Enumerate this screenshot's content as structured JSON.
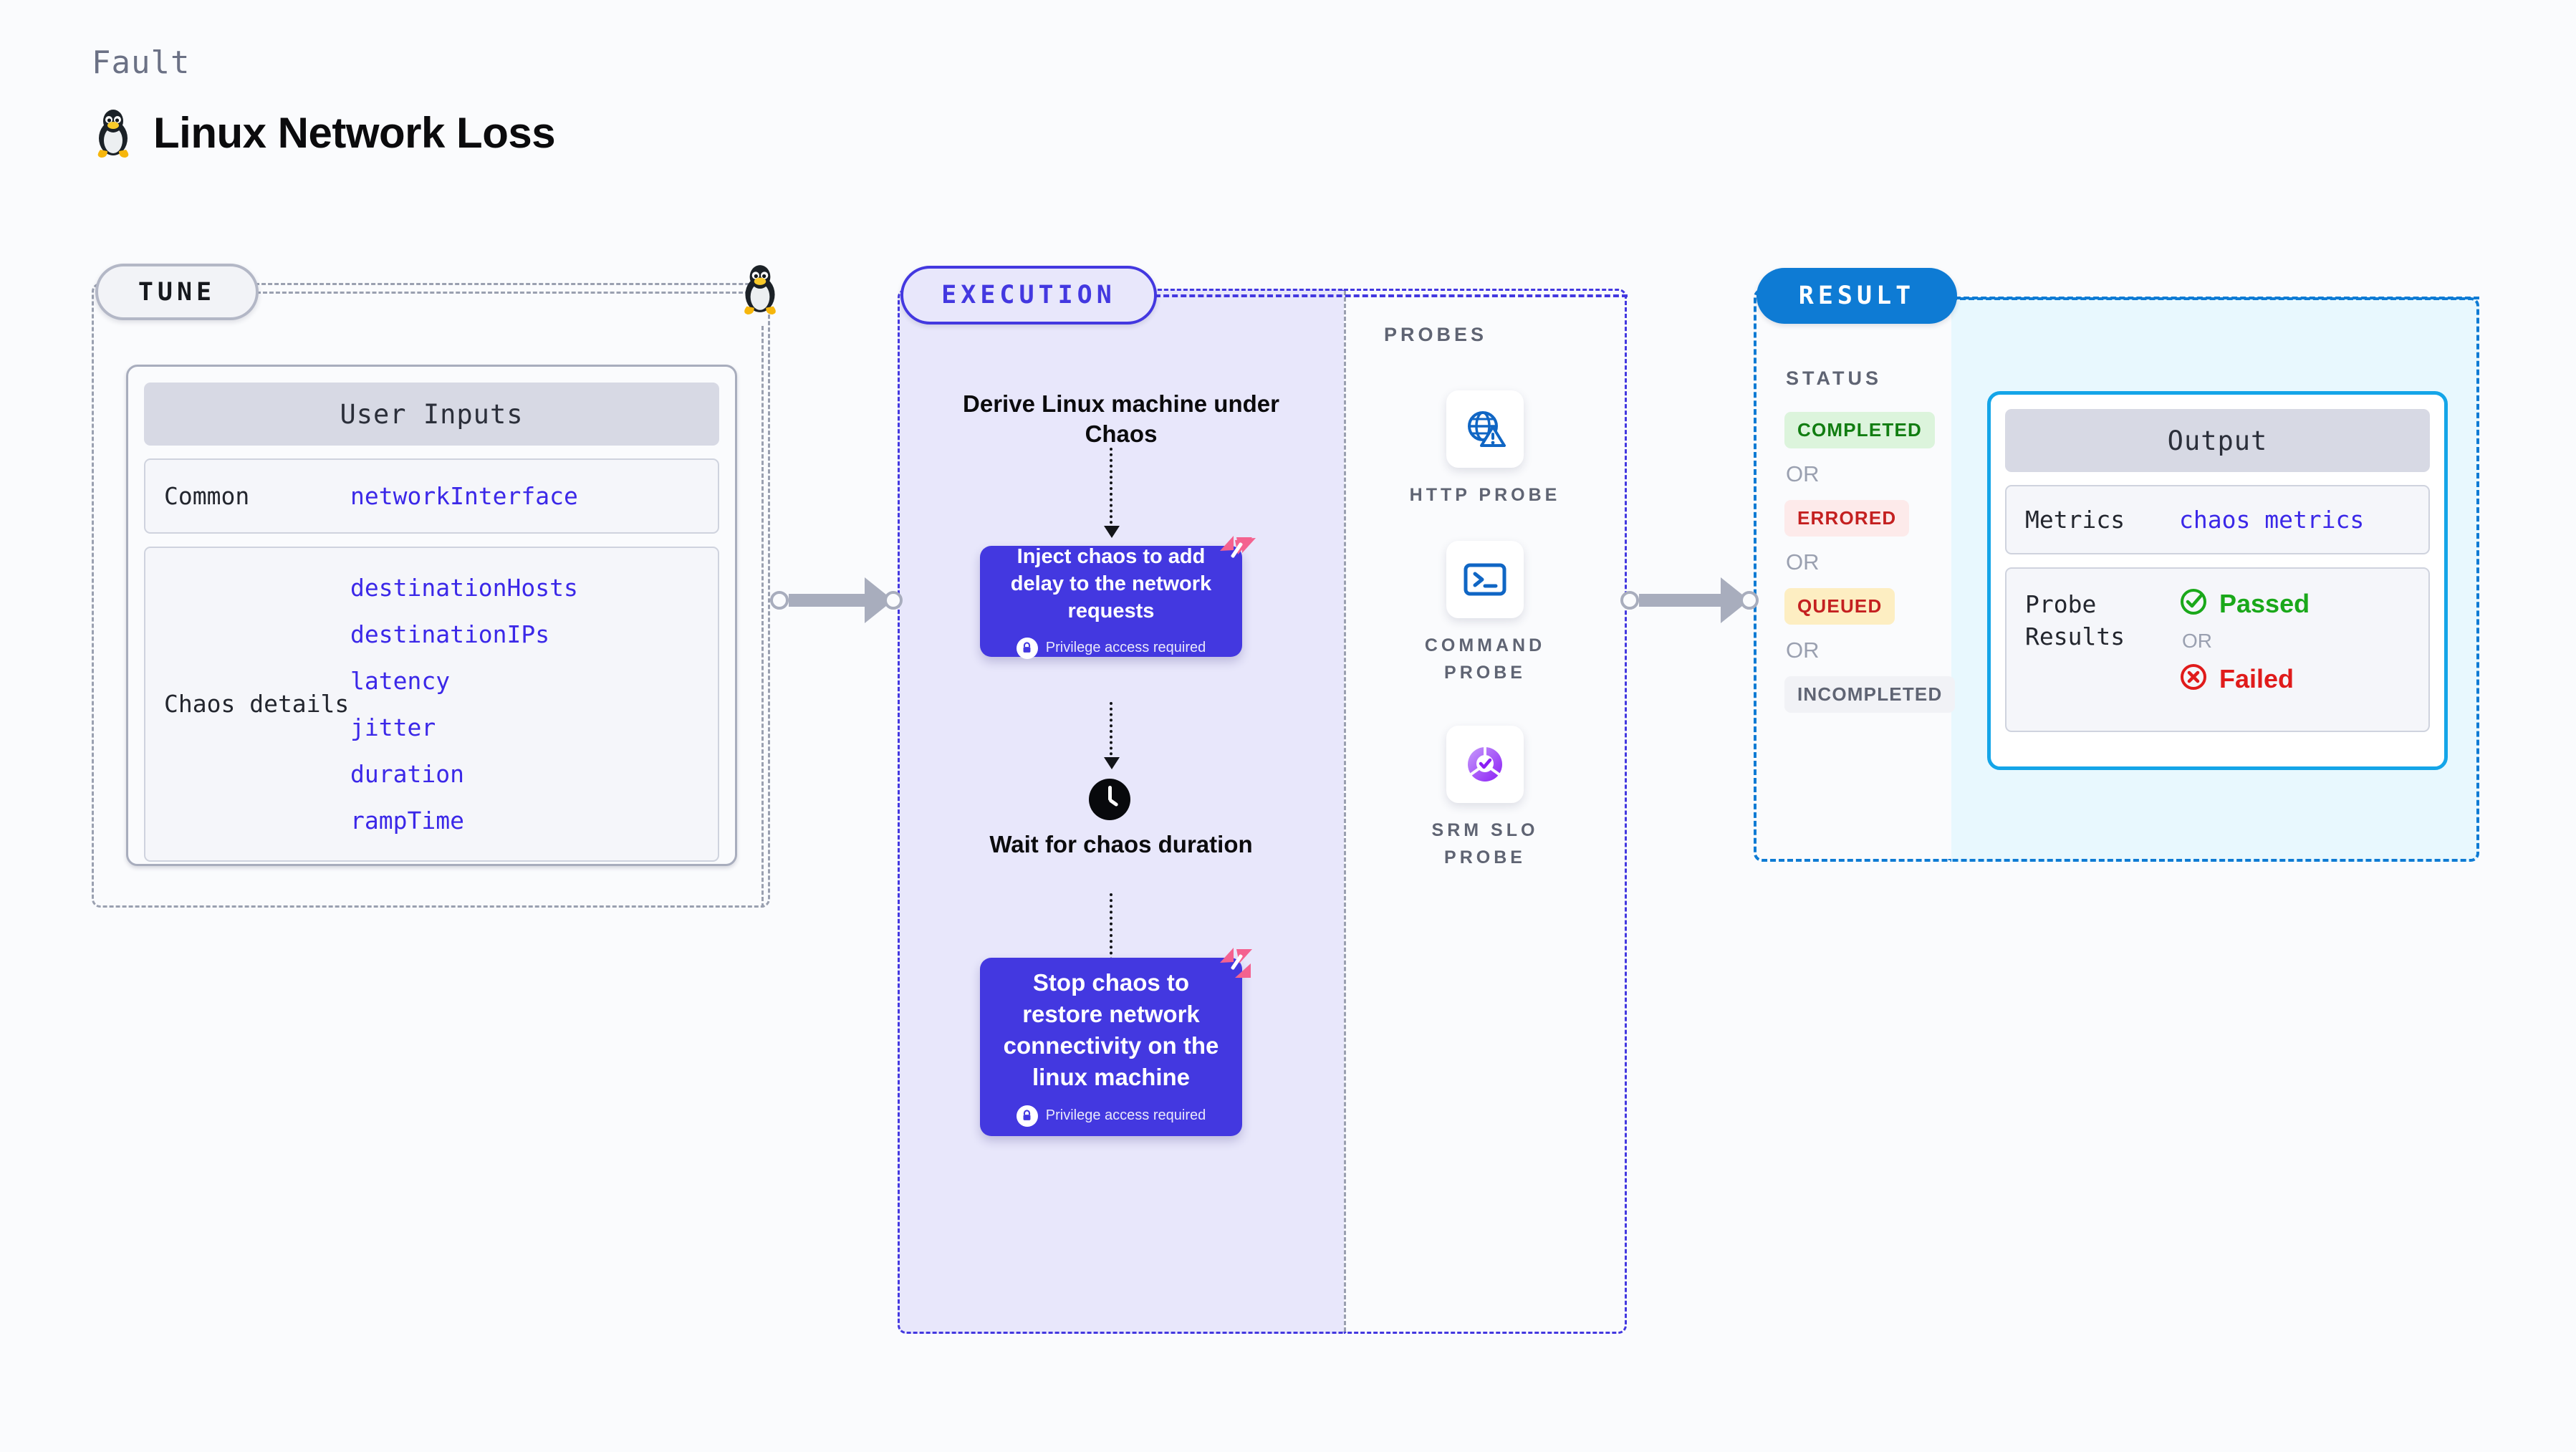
{
  "header": {
    "eyebrow": "Fault",
    "title": "Linux Network Loss",
    "icon": "linux-penguin-icon"
  },
  "colors": {
    "execution_purple": "#4338e0",
    "execution_bg": "#e8e7fb",
    "result_blue": "#0e7bd4",
    "output_border": "#14a5e8",
    "output_bg": "#e8f8fe",
    "param_value": "#3b28e8",
    "passed_green": "#1aa81a",
    "failed_red": "#e01b1b",
    "harness_pink": "#f4628f"
  },
  "tune": {
    "pill_label": "TUNE",
    "card_header": "User Inputs",
    "rows": [
      {
        "key": "Common",
        "values": [
          "networkInterface"
        ]
      },
      {
        "key": "Chaos details",
        "values": [
          "destinationHosts",
          "destinationIPs",
          "latency",
          "jitter",
          "duration",
          "rampTime"
        ]
      }
    ]
  },
  "execution": {
    "pill_label": "EXECUTION",
    "steps": [
      {
        "type": "title",
        "text": "Derive Linux machine under Chaos"
      },
      {
        "type": "card",
        "text": "Inject chaos to add delay to the network requests",
        "badge": "Privilege access required",
        "badge_icon": "lock-icon",
        "corner_icon": "harness-logo-icon"
      },
      {
        "type": "title",
        "text": "Wait for chaos duration",
        "icon": "clock-icon"
      },
      {
        "type": "card",
        "text": "Stop chaos to restore network connectivity on the linux machine",
        "badge": "Privilege access required",
        "badge_icon": "lock-icon",
        "corner_icon": "harness-logo-icon"
      }
    ]
  },
  "probes": {
    "section_label": "PROBES",
    "items": [
      {
        "label": "HTTP PROBE",
        "icon": "globe-warning-icon"
      },
      {
        "label": "COMMAND PROBE",
        "icon": "terminal-icon"
      },
      {
        "label": "SRM SLO PROBE",
        "icon": "slo-check-icon"
      }
    ]
  },
  "result": {
    "pill_label": "RESULT",
    "status_label": "STATUS",
    "or_label": "OR",
    "statuses": [
      {
        "label": "COMPLETED",
        "bg": "#dcf4dc",
        "fg": "#117d11"
      },
      {
        "label": "ERRORED",
        "bg": "#fdeaea",
        "fg": "#c42020"
      },
      {
        "label": "QUEUED",
        "bg": "#fdeec2",
        "fg": "#c42020"
      },
      {
        "label": "INCOMPLETED",
        "bg": "#f1f2f6",
        "fg": "#5f6473"
      }
    ]
  },
  "output": {
    "card_header": "Output",
    "metrics_key": "Metrics",
    "metrics_value": "chaos metrics",
    "probe_key": "Probe Results",
    "or_label": "OR",
    "passed_label": "Passed",
    "failed_label": "Failed",
    "passed_icon": "check-circle-icon",
    "failed_icon": "x-circle-icon"
  }
}
